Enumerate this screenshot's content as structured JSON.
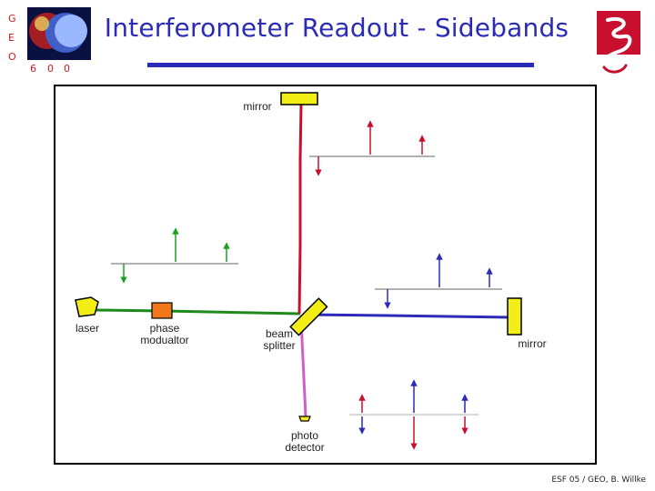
{
  "title": "Interferometer Readout - Sidebands",
  "logo": {
    "letters": [
      "G",
      "E",
      "O",
      "6",
      "0",
      "0"
    ]
  },
  "labels": {
    "mirror_top": "mirror",
    "laser": "laser",
    "phase_modulator": [
      "phase",
      "modualtor"
    ],
    "beam_splitter": [
      "beam",
      "splitter"
    ],
    "mirror_right": "mirror",
    "photo_detector": [
      "photo",
      "detector"
    ]
  },
  "footer": "ESF 05 / GEO, B. Willke",
  "colors": {
    "title": "#2b2bb8",
    "green_beam": "#1e8a1e",
    "red_beam": "#c8102e",
    "blue_beam": "#2b2bb8",
    "pink_beam": "#d060c8",
    "mirror_fill": "#f2ee16",
    "modulator_fill": "#f07818"
  }
}
